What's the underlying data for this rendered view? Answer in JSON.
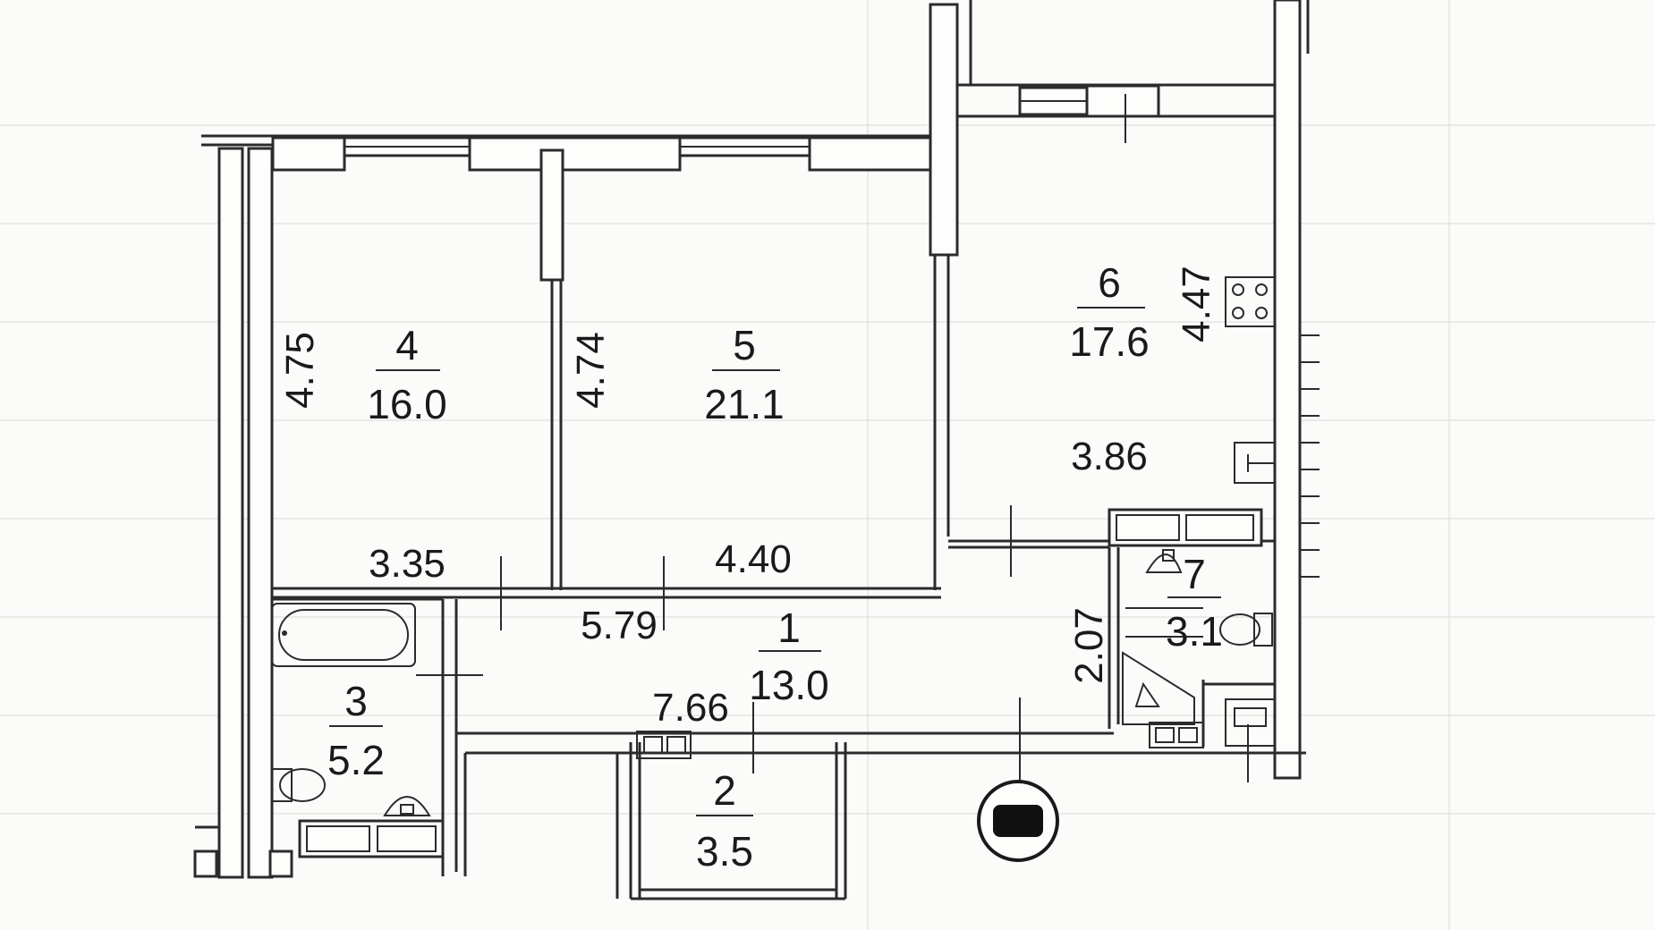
{
  "rooms": [
    {
      "number": "1",
      "area": "13.0"
    },
    {
      "number": "2",
      "area": "3.5"
    },
    {
      "number": "3",
      "area": "5.2"
    },
    {
      "number": "4",
      "area": "16.0"
    },
    {
      "number": "5",
      "area": "21.1"
    },
    {
      "number": "6",
      "area": "17.6"
    },
    {
      "number": "7",
      "area": "3.1"
    }
  ],
  "dimensions": {
    "room4_height": "4.75",
    "room4_width": "3.35",
    "room5_height": "4.74",
    "room5_width": "4.40",
    "room6_height": "4.47",
    "room6_width": "3.86",
    "corridor_width": "5.79",
    "corridor_length": "7.66",
    "room7_height": "2.07"
  },
  "colors": {
    "walls": "#2b2b2b",
    "background": "#fbfbfa"
  },
  "icons": [
    "bathtub-icon",
    "toilet-icon",
    "sink-icon",
    "stove-icon",
    "shower-icon",
    "radiator-icon",
    "entrance-marker-icon"
  ]
}
